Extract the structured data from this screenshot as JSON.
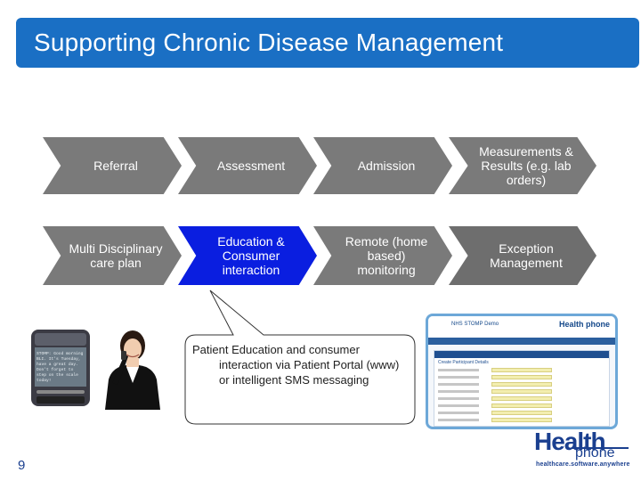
{
  "title": "Supporting Chronic Disease Management",
  "process": {
    "row1": [
      {
        "label": "Referral"
      },
      {
        "label": "Assessment"
      },
      {
        "label": "Admission"
      },
      {
        "label": "Measurements & Results (e.g. lab orders)"
      }
    ],
    "row2": [
      {
        "label": "Multi Disciplinary care plan"
      },
      {
        "label": "Education & Consumer interaction"
      },
      {
        "label": "Remote (home based) monitoring"
      },
      {
        "label": "Exception Management"
      }
    ]
  },
  "callout": {
    "first_line": "Patient Education and consumer",
    "rest": "interaction via Patient Portal (www) or intelligent SMS messaging"
  },
  "phone_screen": {
    "lines": [
      "STOMP: Good morning",
      "BLI. It's Tuesday,",
      "have a great day.",
      "Don't forget to",
      "step on the scale",
      "today!"
    ]
  },
  "portal": {
    "header_title": "NHS STOMP Demo",
    "form_title": "Create Participant Details",
    "logo": "Health phone"
  },
  "brand": {
    "word1": "Health",
    "word2": "phone",
    "tagline": "healthcare.software.anywhere"
  },
  "page_number": "9",
  "colors": {
    "title_bar": "#1a6fc4",
    "chevron_gray": "#7a7a7a",
    "chevron_active": "#0a1ee0",
    "brand_blue": "#1a3f8f"
  }
}
